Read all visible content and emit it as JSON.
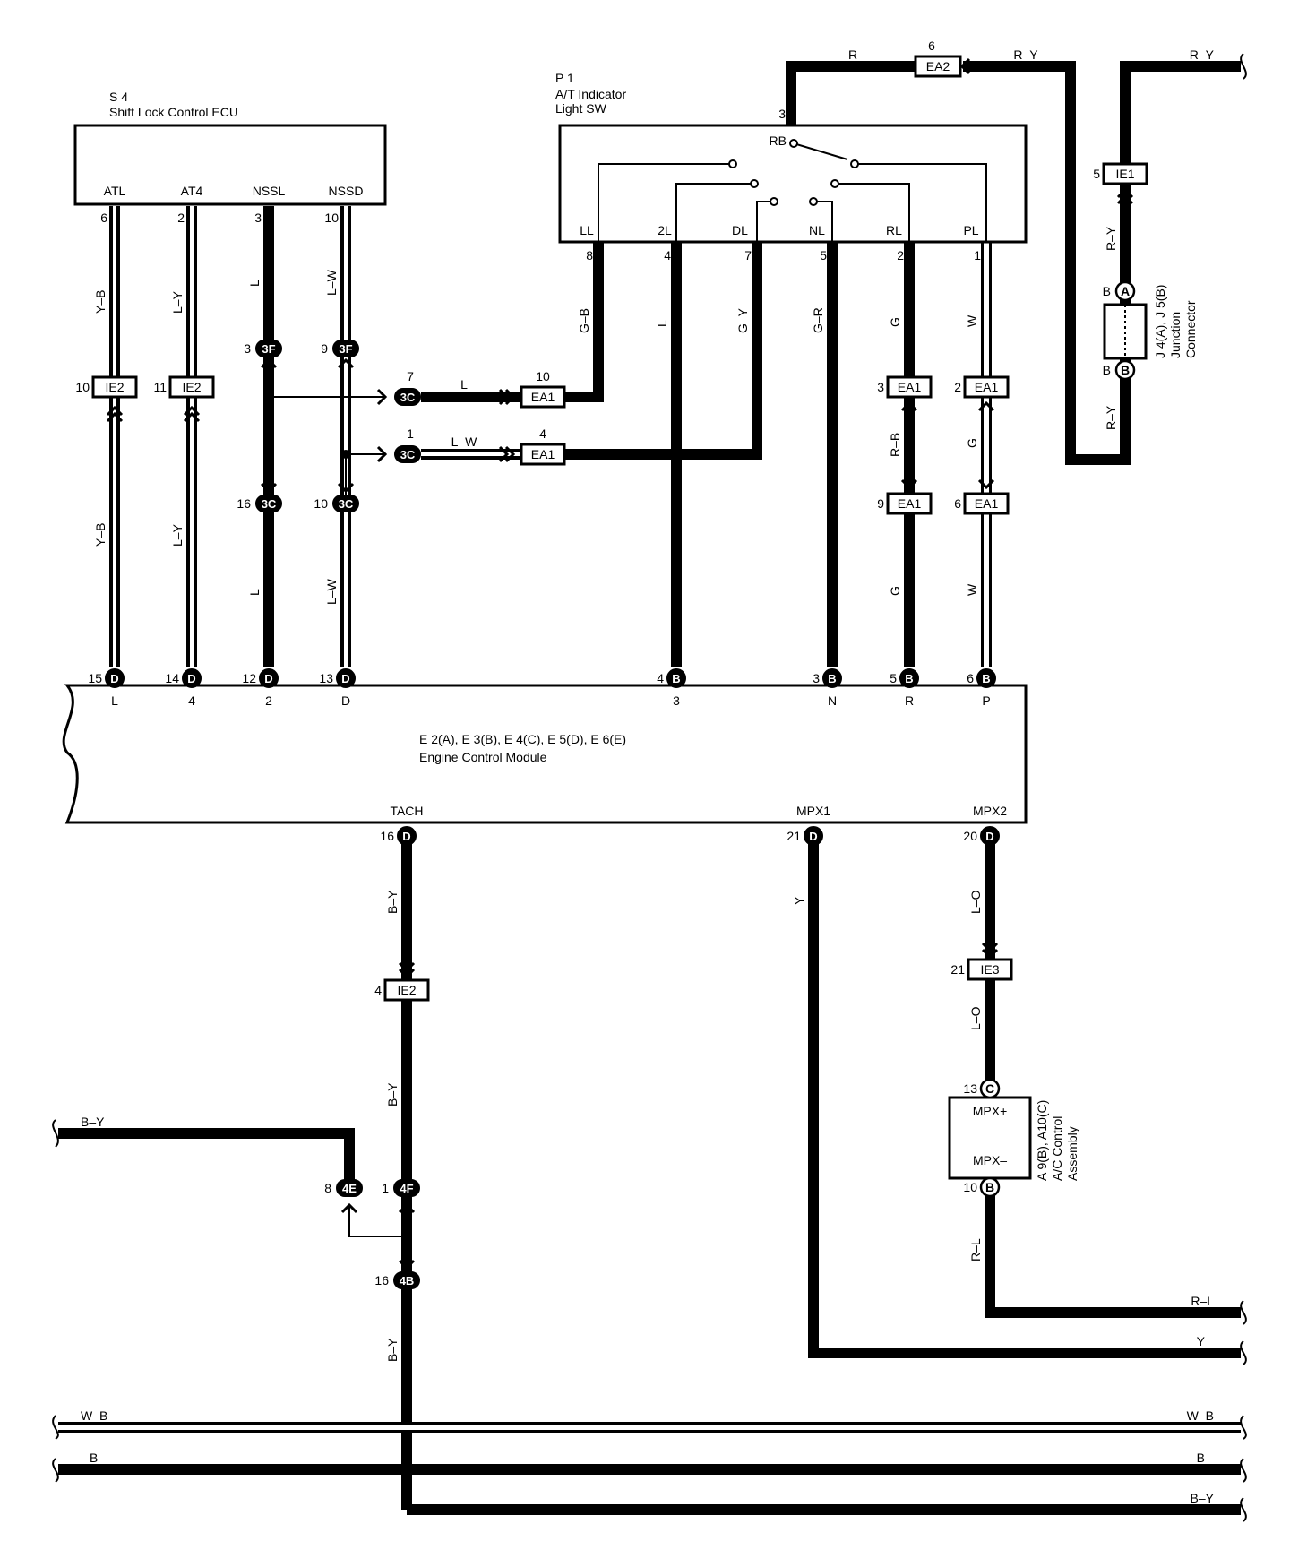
{
  "components": {
    "s4": {
      "id": "S 4",
      "name": "Shift Lock Control ECU",
      "pins": [
        "ATL",
        "AT4",
        "NSSL",
        "NSSD"
      ],
      "pin_numbers": [
        "6",
        "2",
        "3",
        "10"
      ]
    },
    "p1": {
      "id": "P 1",
      "name_line1": "A/T Indicator",
      "name_line2": "Light SW",
      "pins": [
        "LL",
        "2L",
        "DL",
        "NL",
        "RL",
        "PL"
      ],
      "pin_numbers": [
        "8",
        "4",
        "7",
        "5",
        "2",
        "1"
      ],
      "common": "RB",
      "common_pin": "3"
    },
    "ecm": {
      "ids": "E 2(A), E 3(B), E 4(C), E 5(D), E 6(E)",
      "name": "Engine Control Module",
      "top_pins": [
        "L",
        "4",
        "2",
        "D",
        "3",
        "N",
        "R",
        "P"
      ],
      "top_numbers": [
        "15",
        "14",
        "12",
        "13",
        "4",
        "3",
        "5",
        "6"
      ],
      "top_letters": [
        "D",
        "D",
        "D",
        "D",
        "B",
        "B",
        "B",
        "B"
      ],
      "bottom_pins": [
        "TACH",
        "MPX1",
        "MPX2"
      ],
      "bottom_numbers": [
        "16",
        "21",
        "20"
      ],
      "bottom_letters": [
        "D",
        "D",
        "D"
      ]
    },
    "junction": {
      "id": "J 4(A), J 5(B)",
      "name_line1": "Junction",
      "name_line2": "Connector",
      "pin_a_letter": "A",
      "pin_b_letter": "B",
      "pin_a_label": "B",
      "pin_b_label": "B"
    },
    "ac": {
      "id": "A 9(B), A10(C)",
      "name_line1": "A/C Control",
      "name_line2": "Assembly",
      "pin_plus": "MPX+",
      "pin_minus": "MPX–",
      "top_number": "13",
      "top_letter": "C",
      "bottom_number": "10",
      "bottom_letter": "B"
    }
  },
  "wire_colors": {
    "atl": "Y–B",
    "at4": "L–Y",
    "nssl": "L",
    "nssd": "L–W",
    "ll": "G–B",
    "l2": "L",
    "dl": "G–Y",
    "nl": "G–R",
    "rl": "G",
    "pl": "W",
    "rl_mid": "R–B",
    "pl_mid": "G",
    "junction_top": "R–Y",
    "junction_bot": "R–Y",
    "ea2_left": "R",
    "ea2_right": "R–Y",
    "tach": "B–Y",
    "mpx1": "Y",
    "mpx2": "L–O",
    "ac_bottom": "R–L",
    "left_by": "B–Y",
    "b_y_bottom": "B–Y"
  },
  "connectors": {
    "ie2_a": {
      "label": "IE2",
      "pin": "10"
    },
    "ie2_b": {
      "label": "IE2",
      "pin": "11"
    },
    "ie2_c": {
      "label": "IE2",
      "pin": "4"
    },
    "ie1": {
      "label": "IE1",
      "pin": "5"
    },
    "ie3": {
      "label": "IE3",
      "pin": "21"
    },
    "ea1_10": {
      "label": "EA1",
      "pin": "10"
    },
    "ea1_4": {
      "label": "EA1",
      "pin": "4"
    },
    "ea1_3": {
      "label": "EA1",
      "pin": "3"
    },
    "ea1_2": {
      "label": "EA1",
      "pin": "2"
    },
    "ea1_9": {
      "label": "EA1",
      "pin": "9"
    },
    "ea1_6": {
      "label": "EA1",
      "pin": "6"
    },
    "ea2": {
      "label": "EA2",
      "pin": "6"
    },
    "c3f_a": {
      "label": "3F",
      "pin": "3"
    },
    "c3f_b": {
      "label": "3F",
      "pin": "9"
    },
    "c3c_7": {
      "label": "3C",
      "pin": "7"
    },
    "c3c_1": {
      "label": "3C",
      "pin": "1"
    },
    "c3c_16": {
      "label": "3C",
      "pin": "16"
    },
    "c3c_10": {
      "label": "3C",
      "pin": "10"
    },
    "c4e": {
      "label": "4E",
      "pin": "8"
    },
    "c4f": {
      "label": "4F",
      "pin": "1"
    },
    "c4b": {
      "label": "4B",
      "pin": "16"
    }
  },
  "buses": {
    "wb": "W–B",
    "b": "B",
    "by": "B–Y",
    "ry_top": "R–Y",
    "rl": "R–L",
    "y": "Y"
  }
}
